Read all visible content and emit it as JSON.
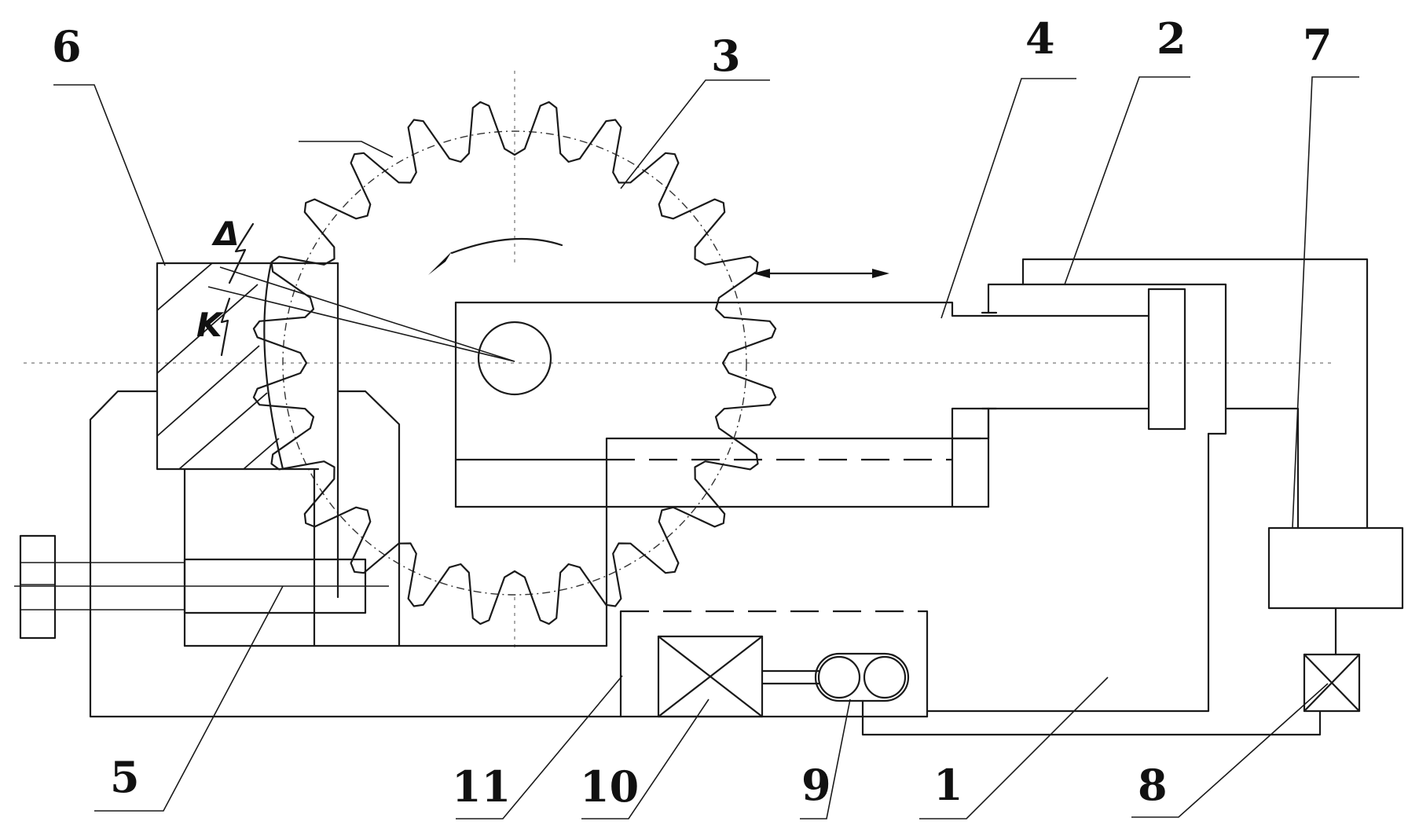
{
  "labels": {
    "l1": "1",
    "l2": "2",
    "l3": "3",
    "l4": "4",
    "l5": "5",
    "l6": "6",
    "l7": "7",
    "l8": "8",
    "l9": "9",
    "l10": "10",
    "l11": "11"
  },
  "symbols": {
    "delta": "Δ",
    "k": "K"
  },
  "gear": {
    "teeth": 24
  }
}
